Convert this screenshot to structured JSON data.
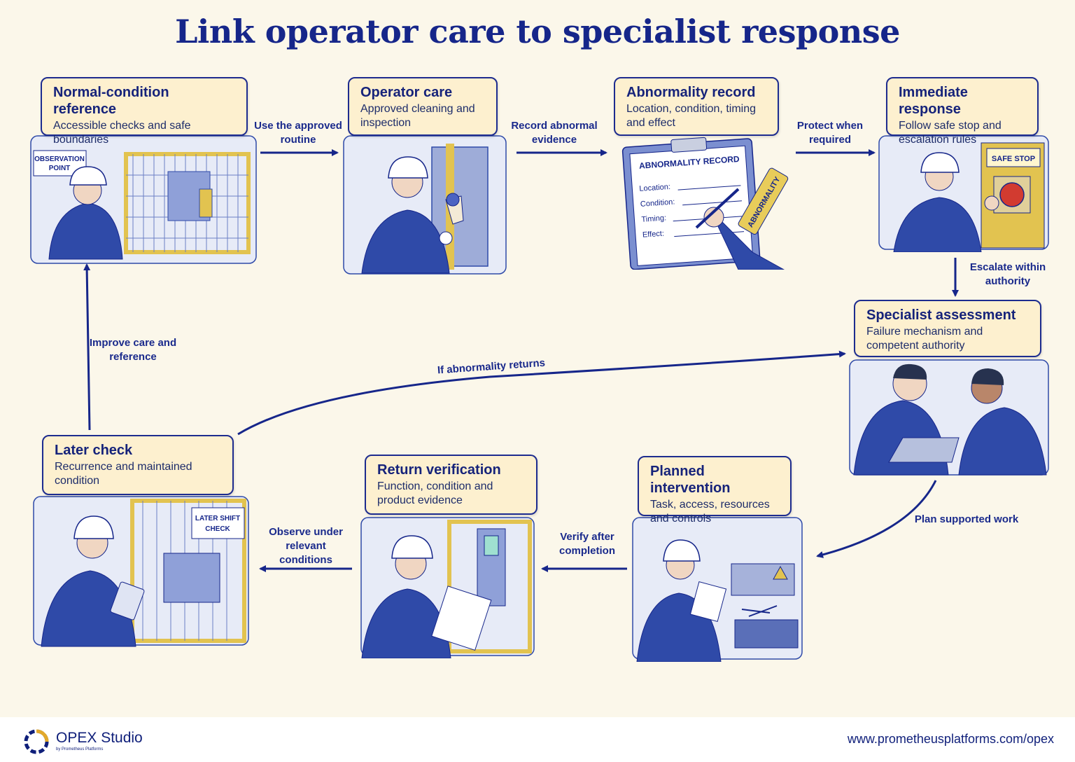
{
  "title": "Link operator care to specialist response",
  "steps": [
    {
      "title": "Normal-condition reference",
      "desc": "Accessible checks and safe boundaries",
      "sign": "OBSERVATION POINT"
    },
    {
      "title": "Operator care",
      "desc": "Approved cleaning and inspection"
    },
    {
      "title": "Abnormality record",
      "desc": "Location, condition, timing and effect",
      "form_title": "ABNORMALITY RECORD",
      "fields": [
        "Location:",
        "Condition:",
        "Timing:",
        "Effect:"
      ],
      "tag": "ABNORMALITY"
    },
    {
      "title": "Immediate response",
      "desc": "Follow safe stop and escalation rules",
      "sign": "SAFE STOP"
    },
    {
      "title": "Specialist assessment",
      "desc": "Failure mechanism and competent authority"
    },
    {
      "title": "Planned intervention",
      "desc": "Task, access, resources and controls"
    },
    {
      "title": "Return verification",
      "desc": "Function, condition and product evidence"
    },
    {
      "title": "Later check",
      "desc": "Recurrence and maintained condition",
      "sign": "LATER SHIFT CHECK"
    }
  ],
  "arrow_labels": {
    "a1": "Use the approved routine",
    "a2": "Record abnormal evidence",
    "a3": "Protect when required",
    "a4": "Escalate within authority",
    "a5": "Plan supported work",
    "a6": "Verify after completion",
    "a7": "Observe under relevant conditions",
    "a8": "Improve care and reference",
    "a9": "If abnormality returns"
  },
  "footer": {
    "brand": "OPEX Studio",
    "brand_sub": "by Prometheus Platforms",
    "url": "www.prometheusplatforms.com/opex"
  },
  "colors": {
    "navy": "#16268a",
    "card_bg": "#fdf0cf",
    "yellow": "#e2c350",
    "blue": "#2f4aa8"
  }
}
